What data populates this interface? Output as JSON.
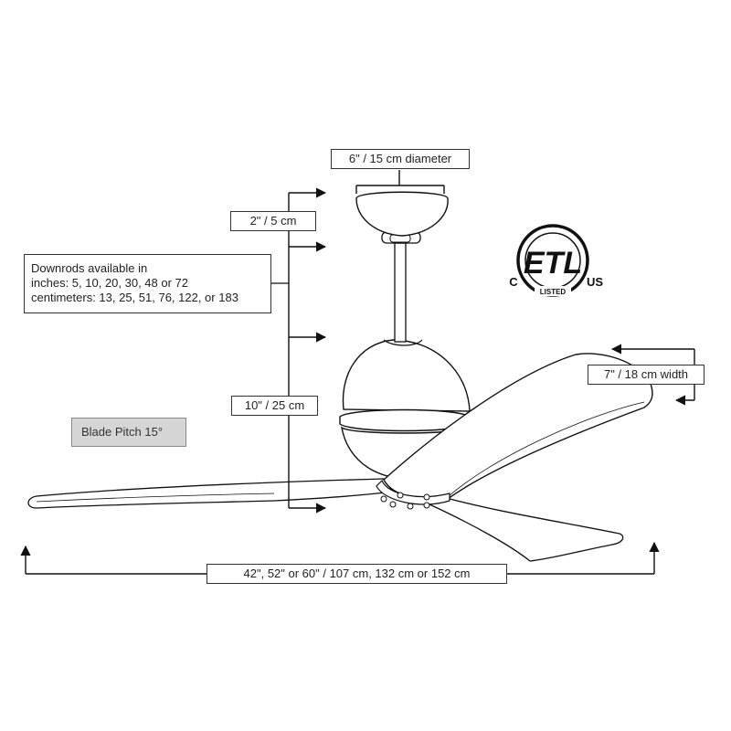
{
  "dimensions": {
    "canopy_diameter": "6\" / 15 cm diameter",
    "canopy_height": "2\" / 5 cm",
    "body_height": "10\" / 25 cm",
    "blade_width": "7\" / 18 cm width",
    "fan_span": "42\", 52\" or 60\" / 107 cm, 132  cm or 152 cm"
  },
  "downrods": {
    "line1": "Downrods available in",
    "line2": "inches: 5, 10, 20, 30, 48 or 72",
    "line3": "centimeters: 13, 25, 51, 76, 122, or 183"
  },
  "blade_pitch": "Blade Pitch 15°",
  "certification": {
    "mark": "ETL",
    "left": "C",
    "right": "US",
    "listed": "LISTED"
  },
  "colors": {
    "line": "#1a1a1a",
    "label_border": "#333333",
    "pitch_bg": "#d6d6d6"
  }
}
